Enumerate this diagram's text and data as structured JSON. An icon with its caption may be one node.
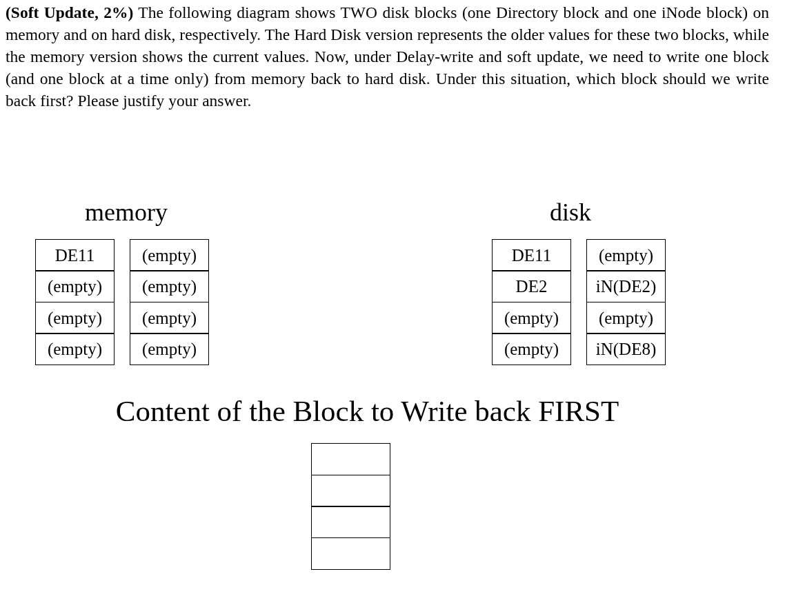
{
  "diagram": {
    "labels": [
      "**(Soft Update, 2%)** The following diagram shows TWO disk blocks (one Directory block and one iNode block) on memory and on hard disk, respectively. The Hard Disk version represents the older values for these two blocks, while the memory version shows the current values. Now, under Delay-write and soft update, we need to write one block (and one block at a time only) from memory back to hard disk. Under this situation, which block should we write back first? Please justify your answer.",
      "memory",
      "disk",
      "DE11",
      "(empty)",
      "(empty)",
      "(empty)",
      "(empty)",
      "(empty)",
      "(empty)",
      "(empty)",
      "DE11",
      "(empty)",
      "DE2",
      "iN(DE2)",
      "(empty)",
      "(empty)",
      "(empty)",
      "iN(DE8)",
      "Content of the Block to Write back FIRST"
    ]
  }
}
